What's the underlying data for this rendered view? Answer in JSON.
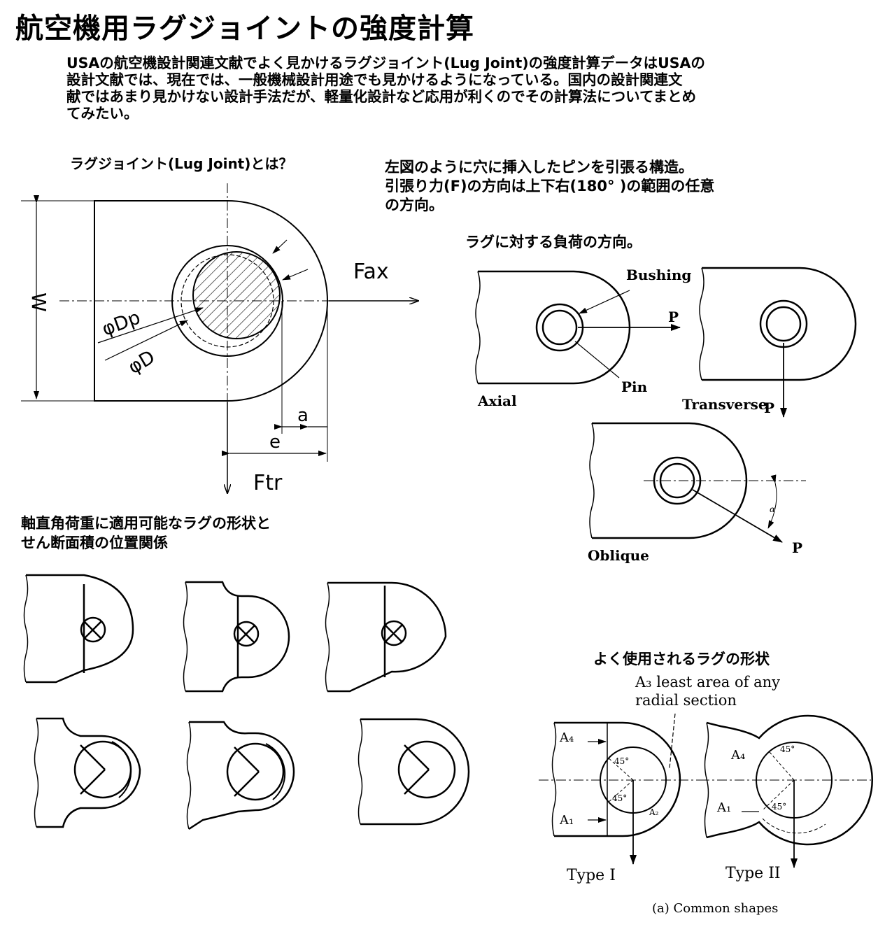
{
  "page": {
    "title": "航空機用ラグジョイントの強度計算",
    "intro_lines": [
      "USAの航空機設計関連文献でよく見かけるラグジョイント(Lug Joint)の強度計算データはUSAの",
      "設計文献では、現在では、一般機械設計用途でも見かけるようになっている。国内の設計関連文",
      "献ではあまり見かけない設計手法だが、軽量化設計など応用が利くのでその計算法についてまとめ",
      "てみたい。"
    ]
  },
  "section_lug": {
    "heading": "ラグジョイント(Lug Joint)とは？",
    "desc_lines": [
      "左図のように穴に挿入したピンを引張る構造。",
      "引張り力(F)の方向は上下右(180°  )の範囲の任意",
      "の方向。"
    ],
    "diagram_labels": {
      "w": "W",
      "dp": "φDp",
      "d": "φD",
      "a": "a",
      "e": "e",
      "fax": "Fax",
      "ftr": "Ftr"
    }
  },
  "section_load": {
    "heading": "ラグに対する負荷の方向。",
    "labels": {
      "bushing": "Bushing",
      "p": "P",
      "pin": "Pin",
      "axial": "Axial",
      "transverse": "Transverse",
      "oblique": "Oblique",
      "alpha": "α"
    }
  },
  "section_shapes": {
    "heading_lines": [
      "軸直角荷重に適用可能なラグの形状と",
      "せん断面積の位置関係"
    ]
  },
  "section_common": {
    "heading": "よく使用されるラグの形状",
    "note_lines": [
      "A₃ least area of any",
      "radial section"
    ],
    "labels": {
      "a4": "A₄",
      "a1": "A₁",
      "a2": "A₂",
      "deg45": "45°",
      "type1": "Type I",
      "type2": "Type II",
      "caption": "(a) Common shapes"
    }
  }
}
